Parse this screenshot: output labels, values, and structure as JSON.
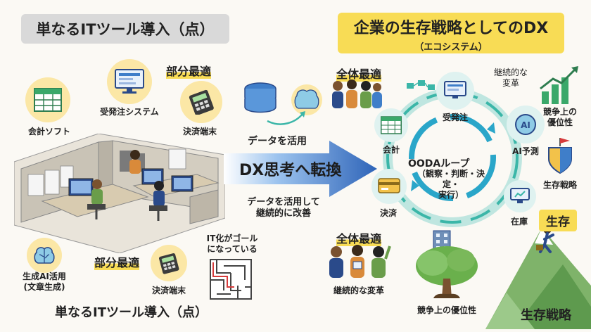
{
  "left": {
    "banner": "単なるITツール導入（点）",
    "top_label": "部分最適",
    "bottom_label": "部分最適",
    "tools": [
      {
        "icon": "spreadsheet-icon",
        "label": "会計ソフト"
      },
      {
        "icon": "order-system-icon",
        "label": "受発注システム"
      },
      {
        "icon": "payment-terminal-icon",
        "label": "決済端末"
      },
      {
        "icon": "ai-brain-icon",
        "label": "生成AI活用\n(文章生成)"
      },
      {
        "icon": "payment-terminal-icon",
        "label": "決済端末"
      }
    ],
    "maze_caption": "IT化がゴール\nになっている",
    "bottom_caption": "単なるITツール導入（点）"
  },
  "center": {
    "data_label": "データを活用",
    "arrow_text": "DX思考へ転換",
    "improve_label": "データを活用して\n継続的に改善"
  },
  "right": {
    "banner_title": "企業の生存戦略としてのDX",
    "banner_sub": "（エコシステム）",
    "whole_opt_top": "全体最適",
    "whole_opt_bottom": "全体最適",
    "ooda_title": "OODAループ",
    "ooda_sub": "（観察・判断・決定・\n実行）",
    "nodes": {
      "order": "受発注",
      "ai": "AI予測",
      "inventory": "在庫",
      "payment": "決済",
      "accounting": "会計"
    },
    "continuous_top": "継続的な\n変革",
    "continuous_bottom": "継続的な変革",
    "advantage_side": "競争上の\n優位性",
    "advantage_tree": "競争上の優位性",
    "strategy_side": "生存戦略",
    "survival": "生存",
    "survival_strategy": "生存戦略"
  },
  "colors": {
    "yellow": "#f8dc55",
    "gray": "#d9d9d9",
    "teal": "#3bb6a8",
    "navy": "#2a4a8a",
    "arrow": "#3f7ec9"
  }
}
